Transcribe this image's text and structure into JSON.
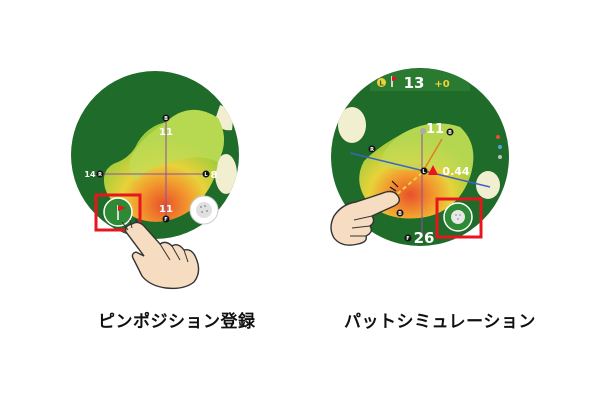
{
  "pin_screen": {
    "caption": "ピンポジション登録",
    "top_marker": "B",
    "top_yard": "11",
    "left_yard": "14",
    "left_marker": "R",
    "right_marker": "L",
    "right_yard": "8",
    "bottom_yard": "11",
    "bottom_marker": "F"
  },
  "putt_screen": {
    "caption": "パットシミュレーション",
    "header_side": "L",
    "header_hole": "13",
    "header_score": "+0",
    "top_yard": "11",
    "top_marker": "B",
    "left_marker": "R",
    "slope_value": "0.44",
    "slope_marker": "L",
    "bottom_marker": "B",
    "bottom_yard": "26",
    "bottom_prefix": "F"
  },
  "colors": {
    "fairway_dark": "#1f6b2a",
    "green_light": "#b8d84a",
    "heat_red": "#e8502a",
    "highlight_box": "#e8141e"
  }
}
